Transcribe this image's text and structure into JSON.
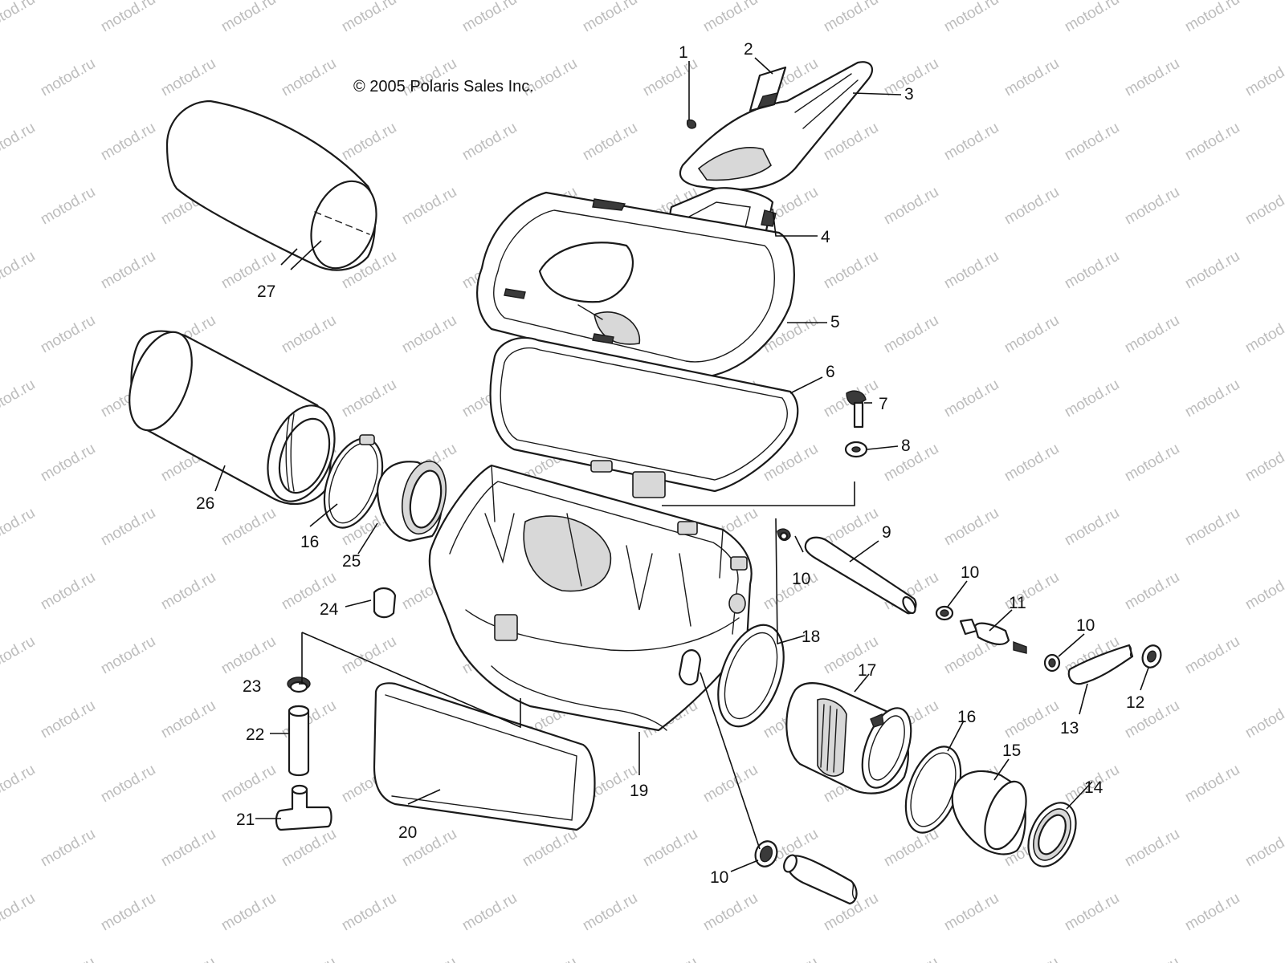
{
  "copyright": "© 2005 Polaris Sales Inc.",
  "watermark": "motod.ru",
  "callouts": [
    "1",
    "2",
    "3",
    "4",
    "5",
    "6",
    "7",
    "8",
    "9",
    "10",
    "10",
    "10",
    "10",
    "11",
    "12",
    "13",
    "14",
    "15",
    "16",
    "16",
    "17",
    "18",
    "19",
    "20",
    "21",
    "22",
    "23",
    "24",
    "25",
    "26",
    "27"
  ]
}
